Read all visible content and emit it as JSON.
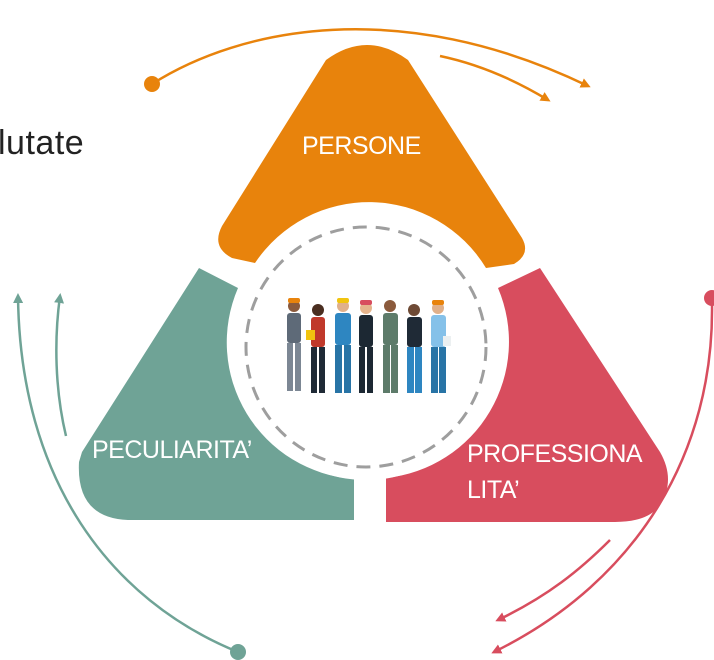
{
  "side_text": "lutate",
  "segments": {
    "top": {
      "label": "PERSONE",
      "color": "#E8830C"
    },
    "left": {
      "label": "PECULIARITA’",
      "color": "#6FA396"
    },
    "right": {
      "label_line1": "PROFESSIONA",
      "label_line2": "LITA’",
      "color": "#D84D5E"
    }
  },
  "center": {
    "image": "group-of-workers-illustration",
    "ring_color": "#9E9E9E"
  },
  "arrows": {
    "top_color": "#E8830C",
    "left_color": "#6FA396",
    "right_color": "#D84D5E"
  }
}
